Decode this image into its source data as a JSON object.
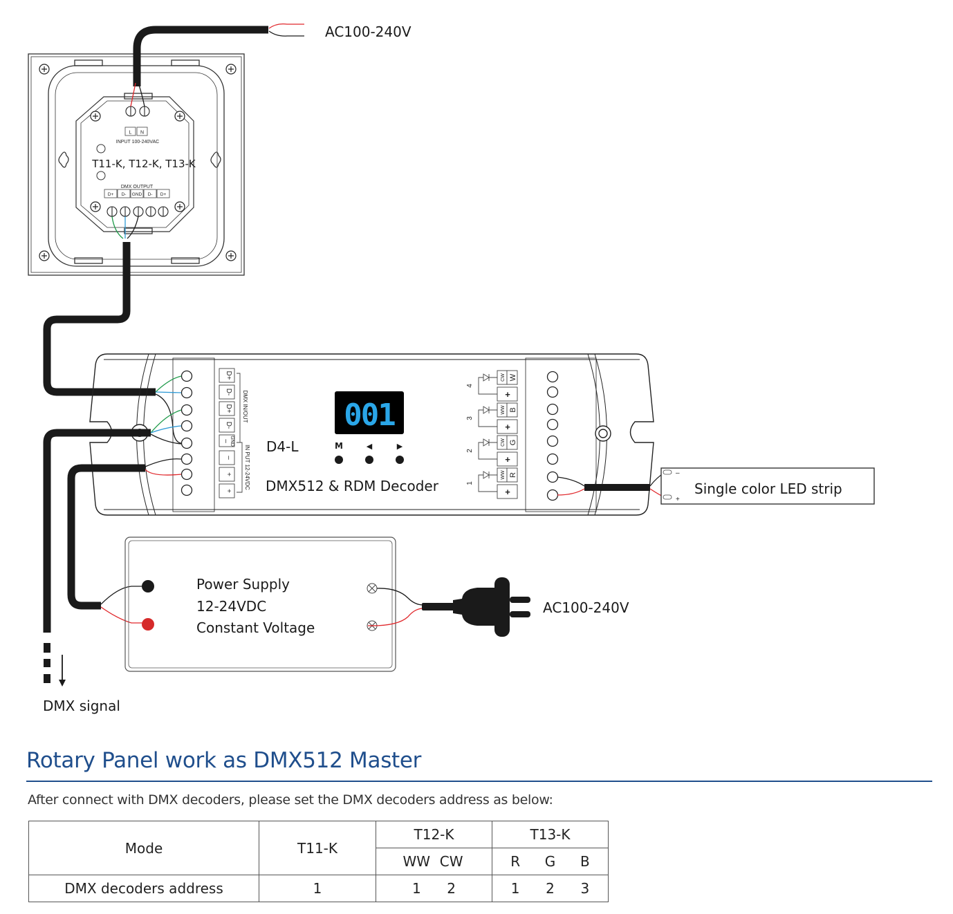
{
  "panel": {
    "model_label": "T11-K, T12-K, T13-K",
    "input_terminals": [
      "L",
      "N"
    ],
    "input_label": "INPUT 100-240VAC",
    "output_label": "DMX OUTPUT",
    "output_terminals": [
      "D+",
      "D-",
      "GND",
      "D-",
      "D+"
    ],
    "ac_label": "AC100-240V"
  },
  "decoder": {
    "model": "D4-L",
    "name": "DMX512 & RDM Decoder",
    "display_value": "001",
    "buttons": [
      {
        "label": "M",
        "icon": "mode"
      },
      {
        "label": "◀",
        "icon": "left-arrow"
      },
      {
        "label": "▶",
        "icon": "right-arrow"
      }
    ],
    "input_terminals": [
      "D+",
      "D-",
      "D+",
      "D-",
      "–",
      "–",
      "+",
      "+"
    ],
    "gnd_label": "GND",
    "dmx_group_label": "DMX IN/OUT",
    "power_group_label": "IN PUT 12-24VDC",
    "channels": [
      {
        "num": "4",
        "mode": "CW",
        "color": "W"
      },
      {
        "num": "3",
        "mode": "WW",
        "color": "B"
      },
      {
        "num": "2",
        "mode": "CW",
        "color": "G"
      },
      {
        "num": "1",
        "mode": "WW",
        "color": "R"
      }
    ],
    "plus_label": "+"
  },
  "led_strip": {
    "label": "Single color LED strip",
    "minus": "–",
    "plus": "+"
  },
  "power_supply": {
    "lines": [
      "Power Supply",
      "12-24VDC",
      "Constant Voltage"
    ],
    "ac_label": "AC100-240V"
  },
  "dmx_signal_label": "DMX signal",
  "section": {
    "title": "Rotary Panel work as DMX512 Master",
    "intro": "After connect with DMX decoders, please set the DMX decoders address as below:"
  },
  "table": {
    "mode_header": "Mode",
    "t11": "T11-K",
    "t12": "T12-K",
    "t13": "T13-K",
    "t12_sub": [
      "WW",
      "CW"
    ],
    "t13_sub": [
      "R",
      "G",
      "B"
    ],
    "row_label": "DMX decoders address",
    "t11_value": "1",
    "t12_values": [
      "1",
      "2"
    ],
    "t13_values": [
      "1",
      "2",
      "3"
    ]
  },
  "colors": {
    "wire_black": "#1a1a1a",
    "wire_red": "#e0262a",
    "wire_green": "#1f9a4a",
    "wire_blue": "#2e9ad6",
    "display_digit": "#2aa6e8",
    "accent_title": "#1f4e8c"
  }
}
